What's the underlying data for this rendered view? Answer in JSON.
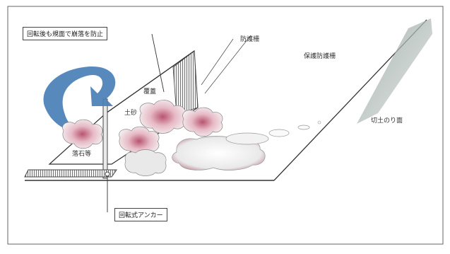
{
  "callouts": {
    "top_note": "回転後も規面で崩落を防止",
    "anchor": "回転式アンカー"
  },
  "labels": {
    "fence_upper": "防護柵",
    "protection_fence": "保護防護柵",
    "slope": "切土のり面",
    "cover": "覆蓋",
    "debris_upper": "土砂",
    "fallen_rock": "落石等"
  },
  "colors": {
    "arrow_blue": "#4a7fb6",
    "line": "#555555",
    "debris_pink": "#c9788f",
    "debris_gray": "#d7d7d7",
    "slope_hatch": "#9aa7a3"
  }
}
